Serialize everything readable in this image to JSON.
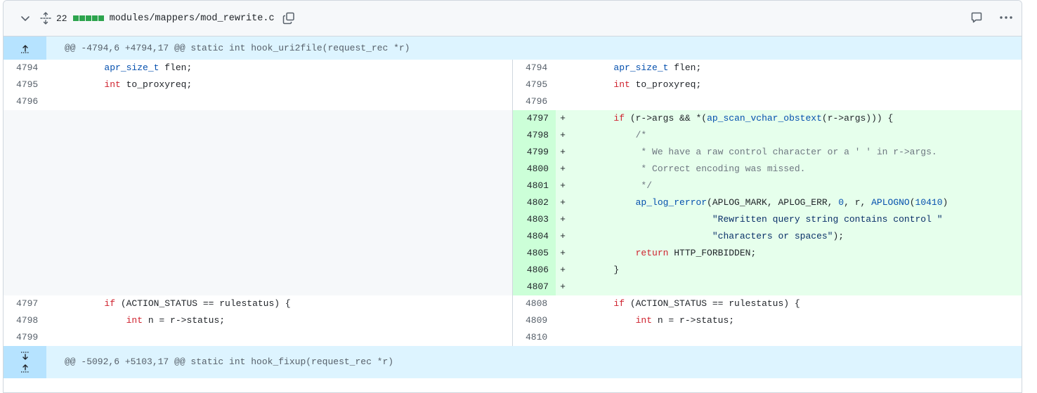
{
  "file": {
    "change_count": "22",
    "path": "modules/mappers/mod_rewrite.c",
    "diffstat_color": "#2da44e"
  },
  "hunks": [
    {
      "header": "@@ -4794,6 +4794,17 @@ static int hook_uri2file(request_rec *r)"
    },
    {
      "header": "@@ -5092,6 +5103,17 @@ static int hook_fixup(request_rec *r)"
    }
  ],
  "left": {
    "ctx_top": [
      {
        "num": "4794",
        "pre": "        ",
        "t1": "apr_size_t",
        "rest": " flen;"
      },
      {
        "num": "4795",
        "pre": "        ",
        "t1": "int",
        "rest": " to_proxyreq;"
      },
      {
        "num": "4796",
        "pre": "",
        "t1": "",
        "rest": ""
      }
    ],
    "ctx_bottom": [
      {
        "num": "4797"
      },
      {
        "num": "4798"
      },
      {
        "num": "4799"
      }
    ]
  },
  "right": {
    "ctx_top": [
      {
        "num": "4794"
      },
      {
        "num": "4795"
      },
      {
        "num": "4796"
      }
    ],
    "added_nums": [
      "4797",
      "4798",
      "4799",
      "4800",
      "4801",
      "4802",
      "4803",
      "4804",
      "4805",
      "4806",
      "4807"
    ],
    "ctx_bottom": [
      {
        "num": "4808"
      },
      {
        "num": "4809"
      },
      {
        "num": "4810"
      }
    ]
  },
  "code": {
    "l1_a": "        ",
    "l1_type": "apr_size_t",
    "l1_b": " flen;",
    "l2_a": "        ",
    "l2_kw": "int",
    "l2_b": " to_proxyreq;",
    "a1_a": "        ",
    "a1_kw": "if",
    "a1_b": " (r->args && *(",
    "a1_fn": "ap_scan_vchar_obstext",
    "a1_c": "(r->args))) {",
    "a2": "            /*",
    "a3": "             * We have a raw control character or a ' ' in r->args.",
    "a4": "             * Correct encoding was missed.",
    "a5": "             */",
    "a6_a": "            ",
    "a6_fn": "ap_log_rerror",
    "a6_b": "(APLOG_MARK, APLOG_ERR, ",
    "a6_n0": "0",
    "a6_c": ", r, ",
    "a6_mac": "APLOGNO",
    "a6_d": "(",
    "a6_num": "10410",
    "a6_e": ")",
    "a7_a": "                          ",
    "a7_str": "\"Rewritten query string contains control \"",
    "a8_a": "                          ",
    "a8_str": "\"characters or spaces\"",
    "a8_b": ");",
    "a9_a": "            ",
    "a9_kw": "return",
    "a9_b": " HTTP_FORBIDDEN;",
    "a10": "        }",
    "b1_a": "        ",
    "b1_kw": "if",
    "b1_b": " (ACTION_STATUS == rulestatus) {",
    "b2_a": "            ",
    "b2_kw": "int",
    "b2_b": " n = r->status;",
    "plus": "+"
  }
}
